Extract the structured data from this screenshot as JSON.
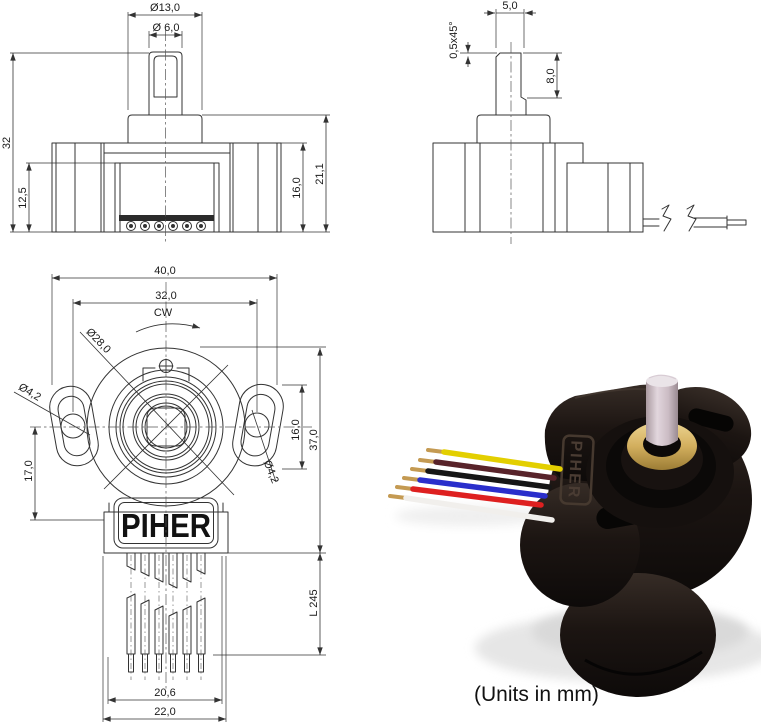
{
  "front_view": {
    "dim_dia13": "Ø13,0",
    "dim_dia6": "Ø 6,0",
    "dim_32": "32",
    "dim_12_5": "12,5",
    "dim_16": "16,0",
    "dim_21_1": "21,1"
  },
  "side_view": {
    "dim_5": "5,0",
    "dim_chamfer": "0,5x45°",
    "dim_8": "8,0"
  },
  "top_view": {
    "dim_40": "40,0",
    "dim_32": "32,0",
    "rotation": "CW",
    "dim_dia28": "Ø28,0",
    "dim_dia42_left": "Ø4,2",
    "dim_dia42_right": "Ø4,2",
    "dim_16": "16,0",
    "dim_37": "37,0",
    "dim_17": "17,0",
    "dim_lead_length": "L 245",
    "dim_20_6": "20,6",
    "dim_22": "22,0",
    "label": "PIHER"
  },
  "photo": {
    "logo": "PIHER",
    "wire_colors": [
      "#e3cf00",
      "#58232a",
      "#161616",
      "#2a2ecb",
      "#de2020",
      "#f1efec"
    ],
    "wire_tip_color": "#c49a52",
    "body_color": "#1c1512",
    "collar_color": "#d9b966",
    "shaft_color": "#cfc3cc",
    "line_color": "#333333"
  },
  "footer": {
    "units": "(Units in mm)"
  }
}
